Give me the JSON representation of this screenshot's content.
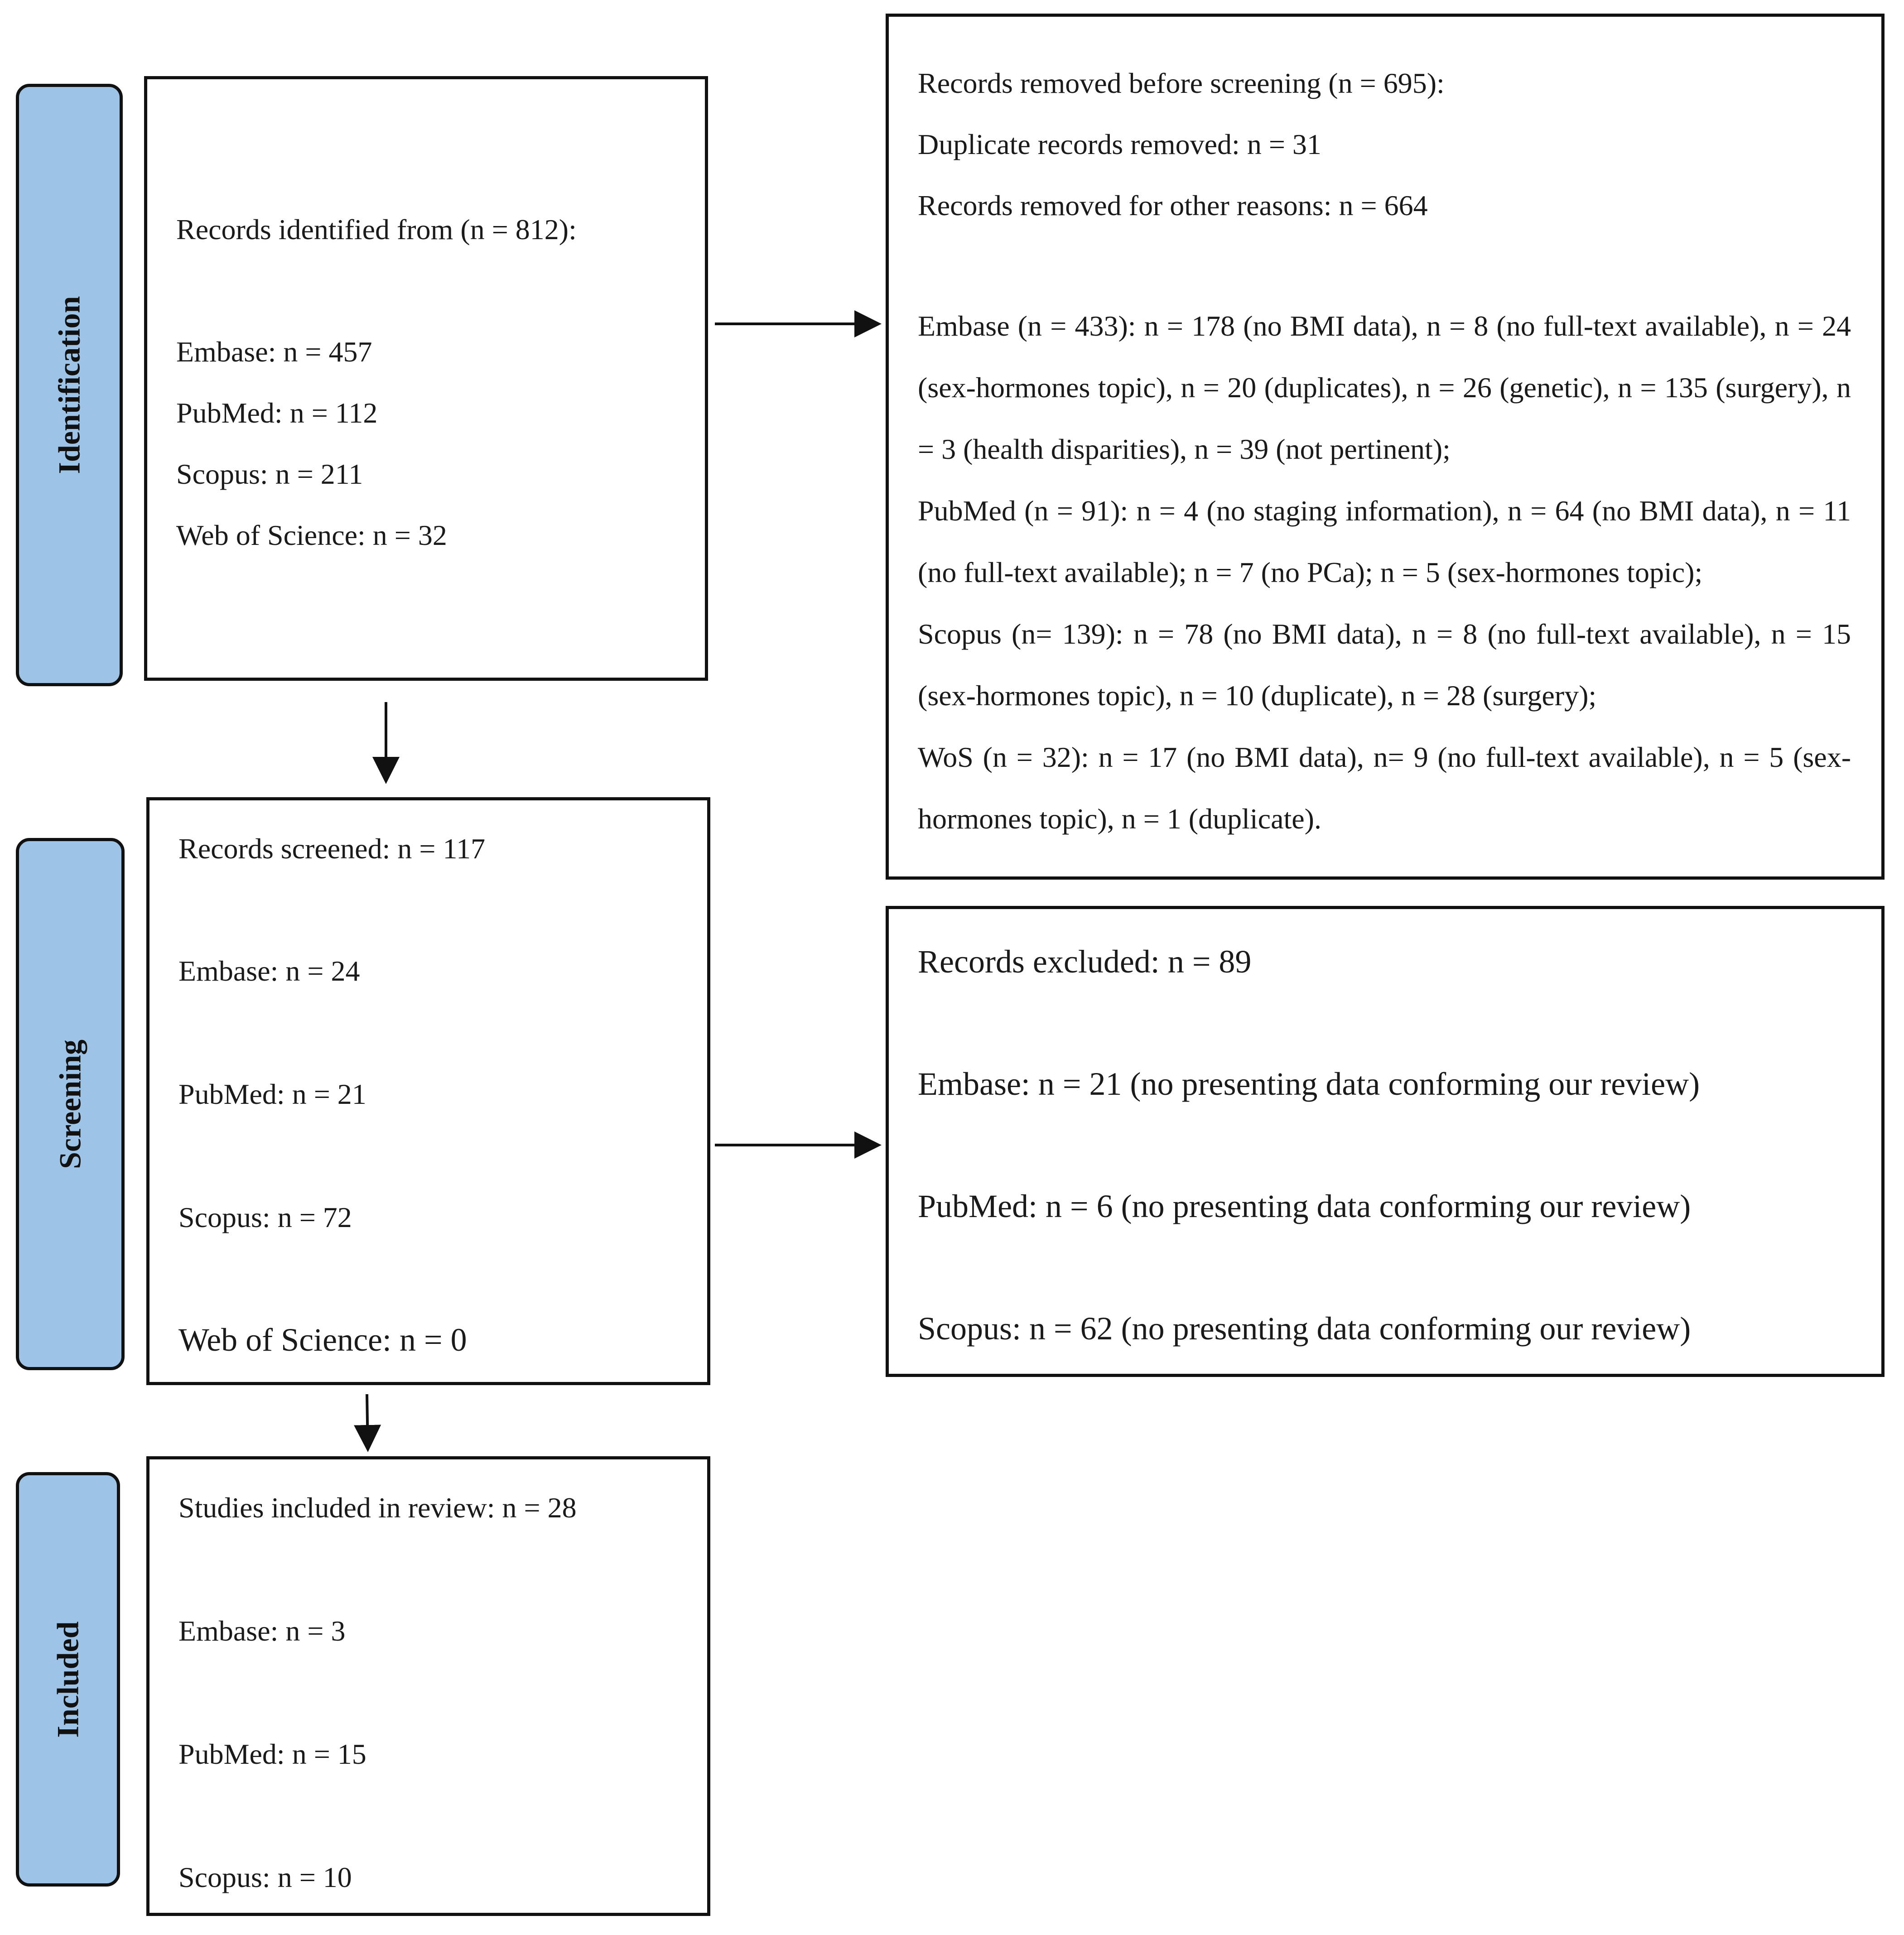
{
  "phases": {
    "identification": "Identification",
    "screening": "Screening",
    "included": "Included"
  },
  "identified": {
    "header": "Records identified from (n = 812):",
    "items": [
      "Embase: n = 457",
      "PubMed: n = 112",
      "Scopus: n = 211",
      "Web of Science: n = 32"
    ]
  },
  "removed": {
    "header": "Records removed before screening (n = 695):",
    "duplicates": "Duplicate records removed: n = 31",
    "other": "Records removed for other reasons: n = 664",
    "paragraphs": [
      "Embase (n = 433): n = 178 (no BMI data), n = 8 (no full-text available), n = 24 (sex-hormones topic), n = 20 (duplicates), n = 26 (genetic), n = 135 (surgery), n = 3 (health disparities), n = 39 (not pertinent);",
      "PubMed (n = 91): n = 4 (no staging information), n = 64 (no BMI data), n = 11 (no full-text available); n = 7 (no PCa); n = 5 (sex-hormones topic);",
      "Scopus (n= 139): n = 78 (no BMI data), n = 8 (no full-text available), n = 15 (sex-hormones topic), n = 10 (duplicate), n = 28 (surgery);",
      "WoS (n = 32): n = 17 (no BMI data), n= 9 (no full-text available), n = 5 (sex-hormones topic), n = 1 (duplicate)."
    ]
  },
  "screened": {
    "header": "Records screened: n = 117",
    "items": [
      "Embase: n = 24",
      "PubMed: n = 21",
      "Scopus: n = 72",
      "Web of Science: n = 0"
    ]
  },
  "excluded": {
    "header": "Records excluded: n = 89",
    "items": [
      "Embase: n = 21 (no presenting data conforming our review)",
      "PubMed: n = 6 (no presenting data conforming our review)",
      "Scopus: n = 62 (no presenting data conforming our review)"
    ]
  },
  "included": {
    "header": "Studies included in review: n = 28",
    "items": [
      "Embase: n = 3",
      "PubMed: n = 15",
      "Scopus: n = 10"
    ]
  }
}
